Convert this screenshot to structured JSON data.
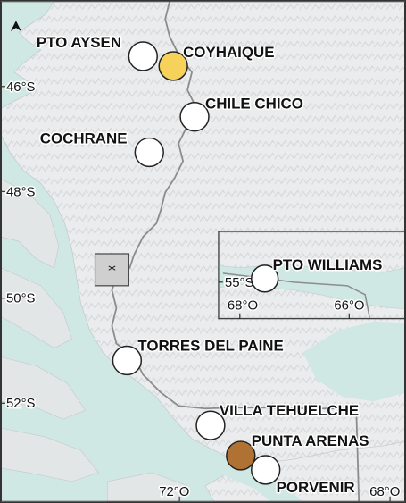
{
  "map": {
    "north_arrow": "north-arrow-icon",
    "lat_ticks": [
      "46°S",
      "48°S",
      "50°S",
      "52°S"
    ],
    "lon_ticks": [
      "72°O",
      "68°O"
    ],
    "places": [
      {
        "name": "PTO AYSEN",
        "color": "#ffffff"
      },
      {
        "name": "COYHAIQUE",
        "color": "#f6d25a"
      },
      {
        "name": "CHILE CHICO",
        "color": "#ffffff"
      },
      {
        "name": "COCHRANE",
        "color": "#ffffff"
      },
      {
        "name": "TORRES DEL PAINE",
        "color": "#ffffff"
      },
      {
        "name": "VILLA TEHUELCHE",
        "color": "#ffffff"
      },
      {
        "name": "PUNTA ARENAS",
        "color": "#b07232"
      },
      {
        "name": "PORVENIR",
        "color": "#ffffff"
      }
    ],
    "special_marker": {
      "symbol": "*",
      "color": "#cfcfcf"
    },
    "inset": {
      "place": "PTO WILLIAMS",
      "lat_tick": "55°S",
      "lon_ticks": [
        "68°O",
        "66°O"
      ]
    },
    "colors": {
      "sea": "#cfe8e4",
      "land": "#f1f2f2",
      "border": "#8c8c8c"
    }
  }
}
